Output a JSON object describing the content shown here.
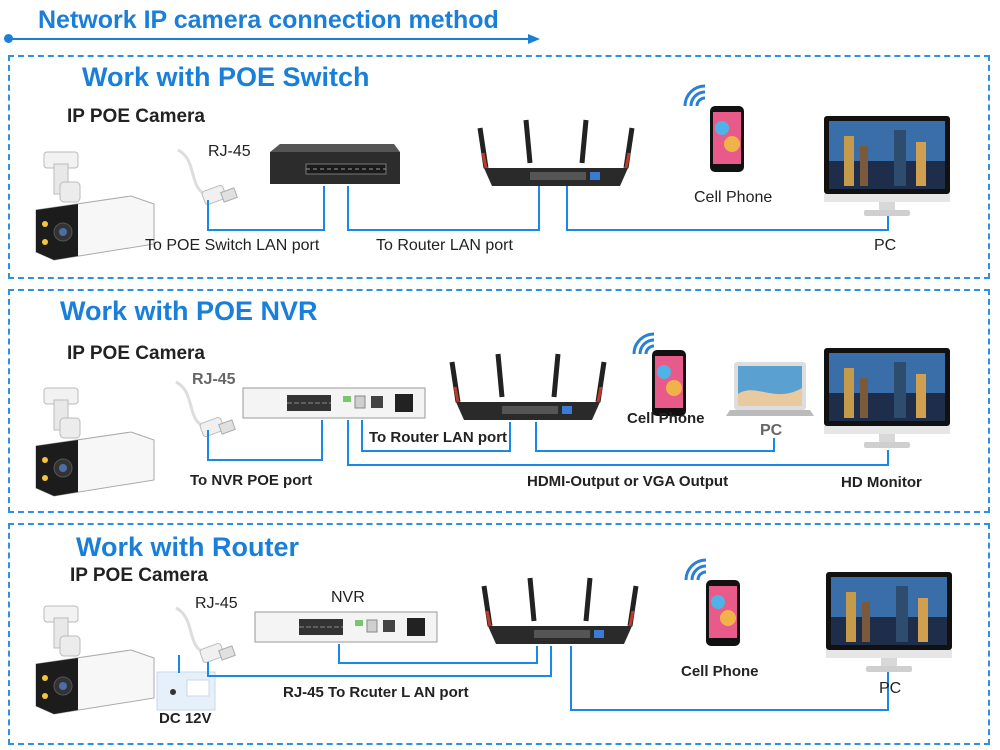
{
  "header": {
    "title": "Network IP camera connection method"
  },
  "colors": {
    "accent": "#1a7fd8",
    "cable": "#1a88e6",
    "panel_border": "#2f8fe0"
  },
  "sections": [
    {
      "title": "Work with POE Switch",
      "camera_label": "IP POE Camera",
      "rj45_label": "RJ-45",
      "labels": {
        "switch_port": "To POE Switch LAN port",
        "router_port": "To Router LAN port",
        "phone": "Cell Phone",
        "pc": "PC"
      }
    },
    {
      "title": "Work with POE NVR",
      "camera_label": "IP POE Camera",
      "rj45_label": "RJ-45",
      "labels": {
        "nvr_port": "To NVR POE port",
        "router_port": "To Router LAN port",
        "hdmi": "HDMI-Output or VGA Output",
        "phone": "Cell Phone",
        "pc": "PC",
        "monitor": "HD Monitor"
      }
    },
    {
      "title": "Work with Router",
      "camera_label": "IP POE Camera",
      "rj45_label": "RJ-45",
      "labels": {
        "nvr": "NVR",
        "router_port": "RJ-45 To Rcuter L AN port",
        "dc": "DC 12V",
        "phone": "Cell Phone",
        "pc": "PC"
      }
    }
  ]
}
